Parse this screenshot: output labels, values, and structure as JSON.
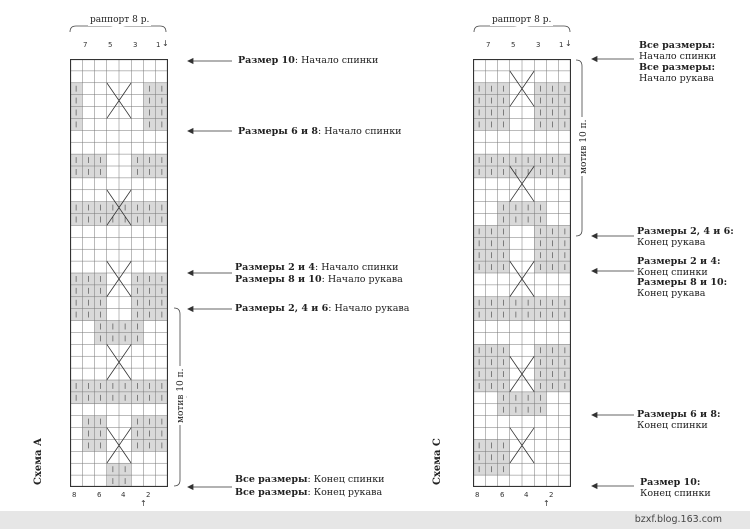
{
  "schemes": {
    "a": {
      "name": "Схема А",
      "rapport": "раппорт 8 р.",
      "top_numbers": [
        "7",
        "5",
        "3",
        "1"
      ],
      "top_arrow": "↓",
      "bottom_numbers": [
        "8",
        "6",
        "4",
        "2"
      ],
      "bottom_arrow": "↑",
      "motif": "мотив 10 п.",
      "annotations": [
        {
          "bold": "Размер 10",
          "rest": ": Начало спинки"
        },
        {
          "bold": "Размеры 6 и 8",
          "rest": ": Начало спинки"
        },
        {
          "bold": "Размеры 2 и 4",
          "rest": ": Начало спинки"
        },
        {
          "bold": "Размеры 8 и 10",
          "rest": ": Начало рукава"
        },
        {
          "bold": "Размеры 2, 4 и 6",
          "rest": ": Начало рукава"
        },
        {
          "bold": "Все размеры",
          "rest": ": Конец спинки"
        },
        {
          "bold": "Все размеры",
          "rest": ": Конец рукава"
        }
      ]
    },
    "c": {
      "name": "Схема С",
      "rapport": "раппорт 8 р.",
      "top_numbers": [
        "7",
        "5",
        "3",
        "1"
      ],
      "top_arrow": "↓",
      "bottom_numbers": [
        "8",
        "6",
        "4",
        "2"
      ],
      "bottom_arrow": "↑",
      "motif": "мотив 10 п.",
      "annotations": [
        {
          "bold": "Все размеры:",
          "rest": "Начало спинки"
        },
        {
          "bold": "Все размеры:",
          "rest": "Начало рукава"
        },
        {
          "bold": "Размеры 2, 4 и 6:",
          "rest": "Конец рукава"
        },
        {
          "bold": "Размеры 2 и 4:",
          "rest": "Конец спинки"
        },
        {
          "bold": "Размеры 8 и 10:",
          "rest": "Конец рукава"
        },
        {
          "bold": "Размеры 6 и 8:",
          "rest": "Конец спинки"
        },
        {
          "bold": "Размер 10:",
          "rest": "Конец спинки"
        }
      ]
    }
  },
  "footer": {
    "watermark": "bzxf.blog.163.com"
  }
}
